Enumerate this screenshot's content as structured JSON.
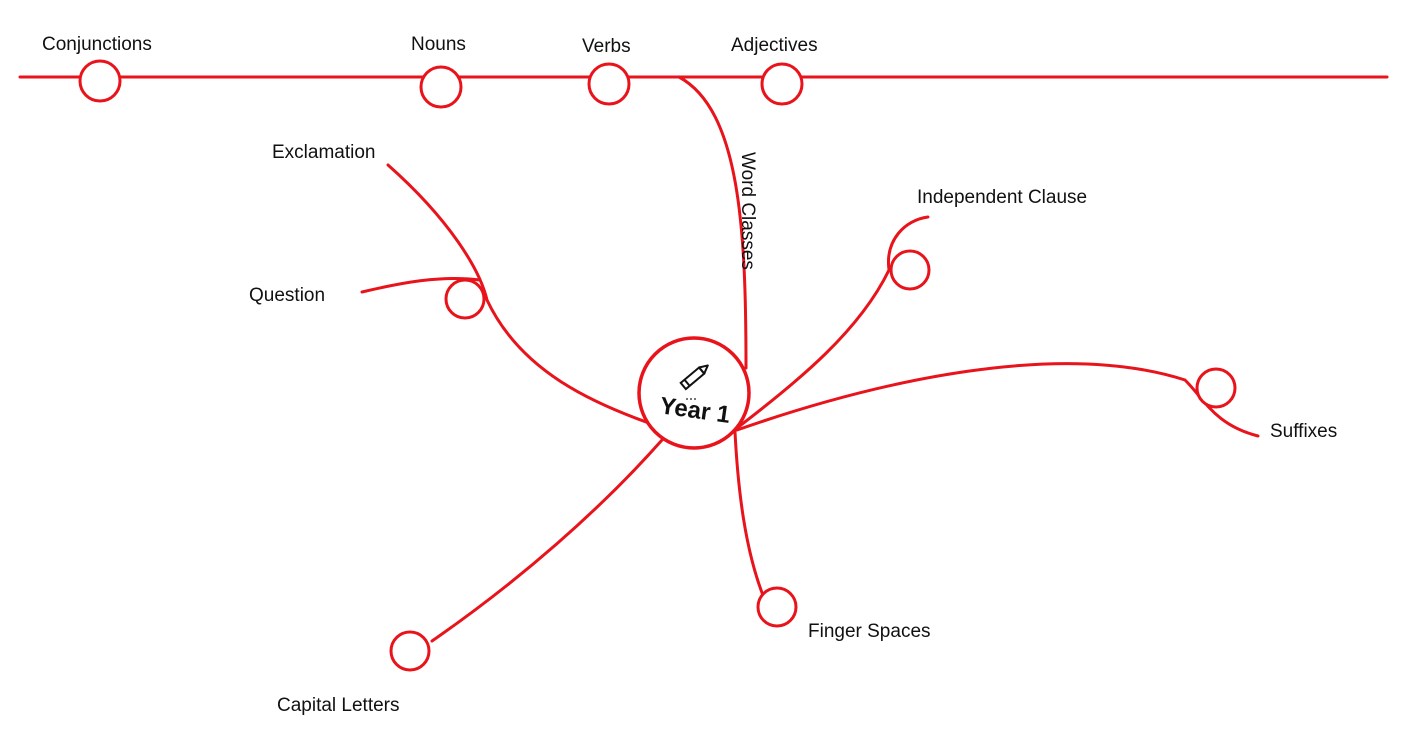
{
  "colors": {
    "line": "#e8131b",
    "text": "#111111",
    "background": "#ffffff"
  },
  "hub": {
    "label": "Year 1",
    "icon": "pencil-icon"
  },
  "timeline": {
    "items": [
      {
        "id": "conjunctions",
        "label": "Conjunctions"
      },
      {
        "id": "nouns",
        "label": "Nouns"
      },
      {
        "id": "verbs",
        "label": "Verbs"
      },
      {
        "id": "adjectives",
        "label": "Adjectives"
      }
    ]
  },
  "branches": {
    "word_classes": {
      "label": "Word Classes"
    },
    "exclamation": {
      "label": "Exclamation"
    },
    "question": {
      "label": "Question"
    },
    "independent_clause": {
      "label": "Independent Clause"
    },
    "suffixes": {
      "label": "Suffixes"
    },
    "finger_spaces": {
      "label": "Finger Spaces"
    },
    "capital_letters": {
      "label": "Capital Letters"
    }
  }
}
